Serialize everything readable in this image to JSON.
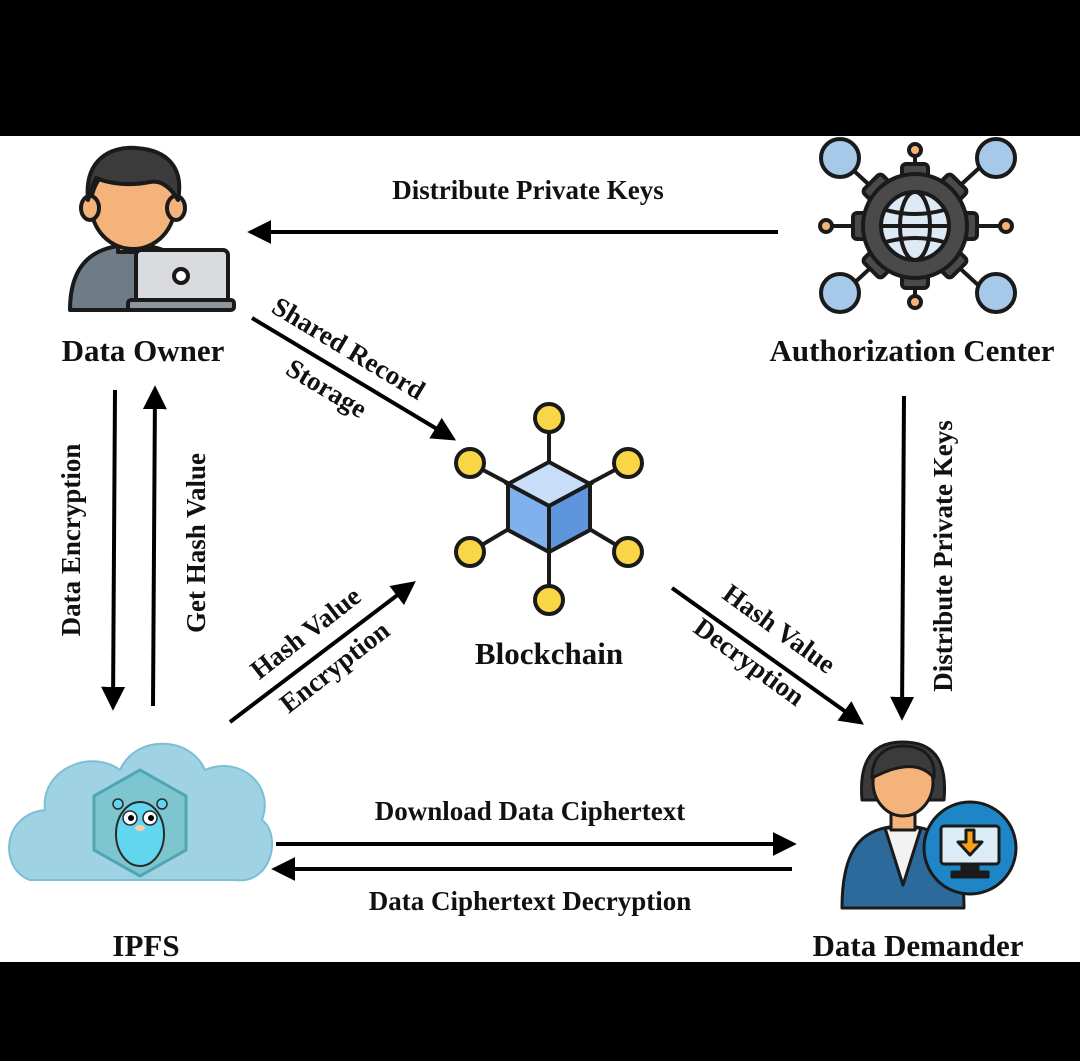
{
  "nodes": {
    "data_owner": "Data Owner",
    "authorization_center": "Authorization Center",
    "blockchain": "Blockchain",
    "ipfs": "IPFS",
    "data_demander": "Data Demander"
  },
  "edges": {
    "distribute_keys_top": "Distribute Private Keys",
    "shared_record_line1": "Shared Record",
    "shared_record_line2": "Storage",
    "data_encryption": "Data Encryption",
    "get_hash_value": "Get Hash Value",
    "hash_value_enc_line1": "Hash Value",
    "hash_value_enc_line2": "Encryption",
    "hash_value_dec_line1": "Hash Value",
    "hash_value_dec_line2": "Decryption",
    "distribute_keys_right": "Distribute Private Keys",
    "download_ciphertext": "Download Data Ciphertext",
    "ciphertext_decryption": "Data Ciphertext Decryption"
  },
  "colors": {
    "background": "#000000",
    "panel": "#ffffff",
    "skin": "#f3b37a",
    "hair": "#3b3b3b",
    "laptop": "#d9dbde",
    "gear": "#4a4a4a",
    "node_blue": "#a6c9ea",
    "cube_blue": "#7fb1ee",
    "chain_yellow": "#f8d646",
    "cloud": "#9fd3e4",
    "gopher": "#62d6ee",
    "suit": "#2d6a9c",
    "monitor": "#1e86c7",
    "download_orange": "#f7a21a"
  },
  "icons": [
    "user-laptop-icon",
    "gear-network-icon",
    "blockchain-icon",
    "ipfs-cloud-icon",
    "user-download-icon"
  ]
}
